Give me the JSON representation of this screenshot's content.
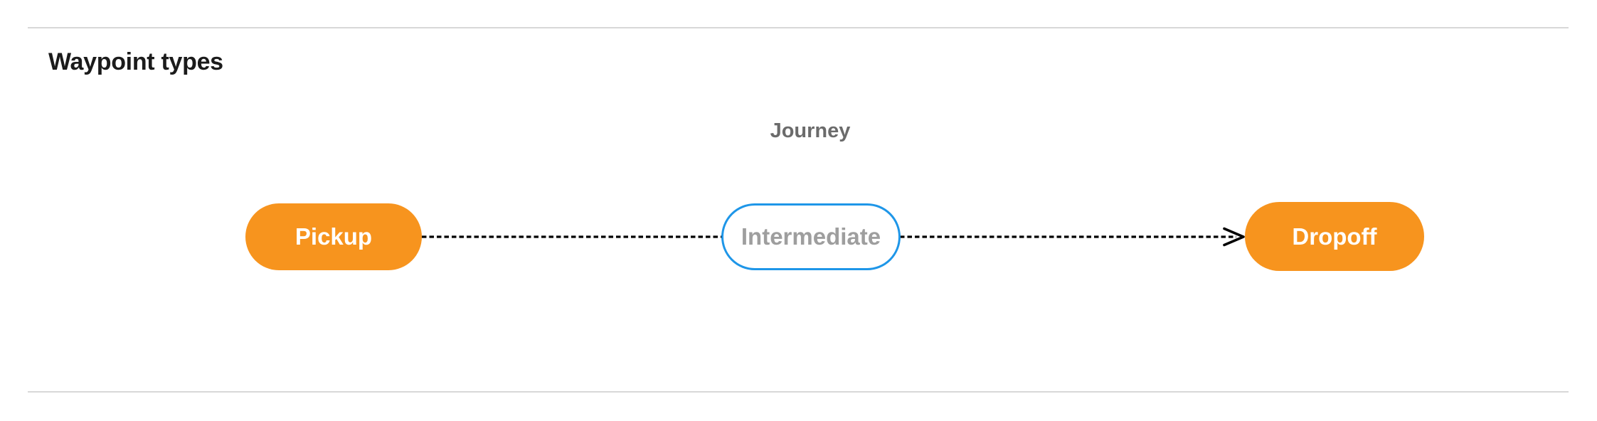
{
  "page": {
    "title": "Waypoint types"
  },
  "diagram": {
    "label": "Journey",
    "connector_style": "dashed-arrow",
    "nodes": [
      {
        "id": "pickup",
        "label": "Pickup",
        "type": "terminal"
      },
      {
        "id": "intermediate",
        "label": "Intermediate",
        "type": "intermediate"
      },
      {
        "id": "dropoff",
        "label": "Dropoff",
        "type": "terminal"
      }
    ],
    "colors": {
      "terminal_fill": "#F7941E",
      "terminal_text": "#FFFFFF",
      "intermediate_border": "#1E96E8",
      "intermediate_fill": "#FFFFFF",
      "intermediate_text": "#9E9E9E",
      "journey_label": "#6B6B6B",
      "title_color": "#1B1B1B",
      "connector": "#000000",
      "divider": "#D8D8D8",
      "page_bg": "#FFFFFF"
    }
  }
}
